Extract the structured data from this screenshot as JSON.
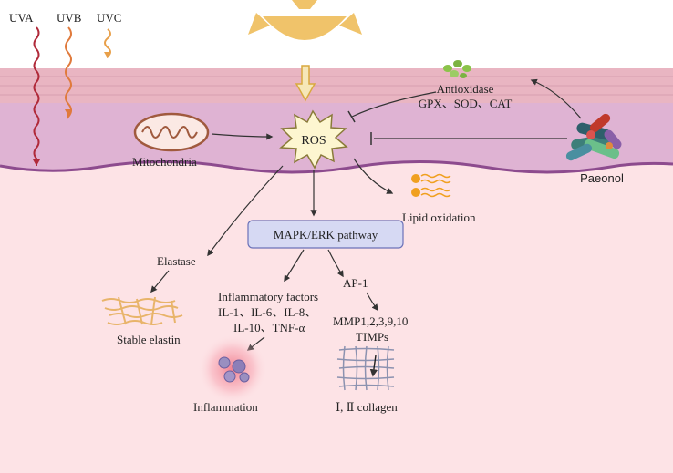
{
  "uv": {
    "uva": "UVA",
    "uvb": "UVB",
    "uvc": "UVC"
  },
  "nodes": {
    "ros": "ROS",
    "mitochondria": "Mitochondria",
    "antioxidase_title": "Antioxidase",
    "antioxidase_list": "GPX、SOD、CAT",
    "paeonol": "Paeonol",
    "lipid_oxidation": "Lipid oxidation",
    "pathway": "MAPK/ERK pathway",
    "elastase": "Elastase",
    "stable_elastin": "Stable elastin",
    "inflam_factors": "Inflammatory factors",
    "inflam_line1": "IL-1、IL-6、IL-8、",
    "inflam_line2": "IL-10、TNF-α",
    "inflammation": "Inflammation",
    "ap1": "AP-1",
    "mmp": "MMP1,2,3,9,10",
    "timps": "TIMPs",
    "collagen": "Ⅰ, Ⅱ collagen"
  },
  "colors": {
    "skin_top": "#e9b5c2",
    "skin_band": "#dfb3d3",
    "dermis": "#fde3e6",
    "membrane": "#8d4b8e",
    "sun": "#f0c36a",
    "ros_fill": "#fdf6d0",
    "pathway_box": "#d6d9f3",
    "uva": "#b02a3a",
    "uvb": "#e07a3c",
    "uvc": "#e8a04a"
  }
}
